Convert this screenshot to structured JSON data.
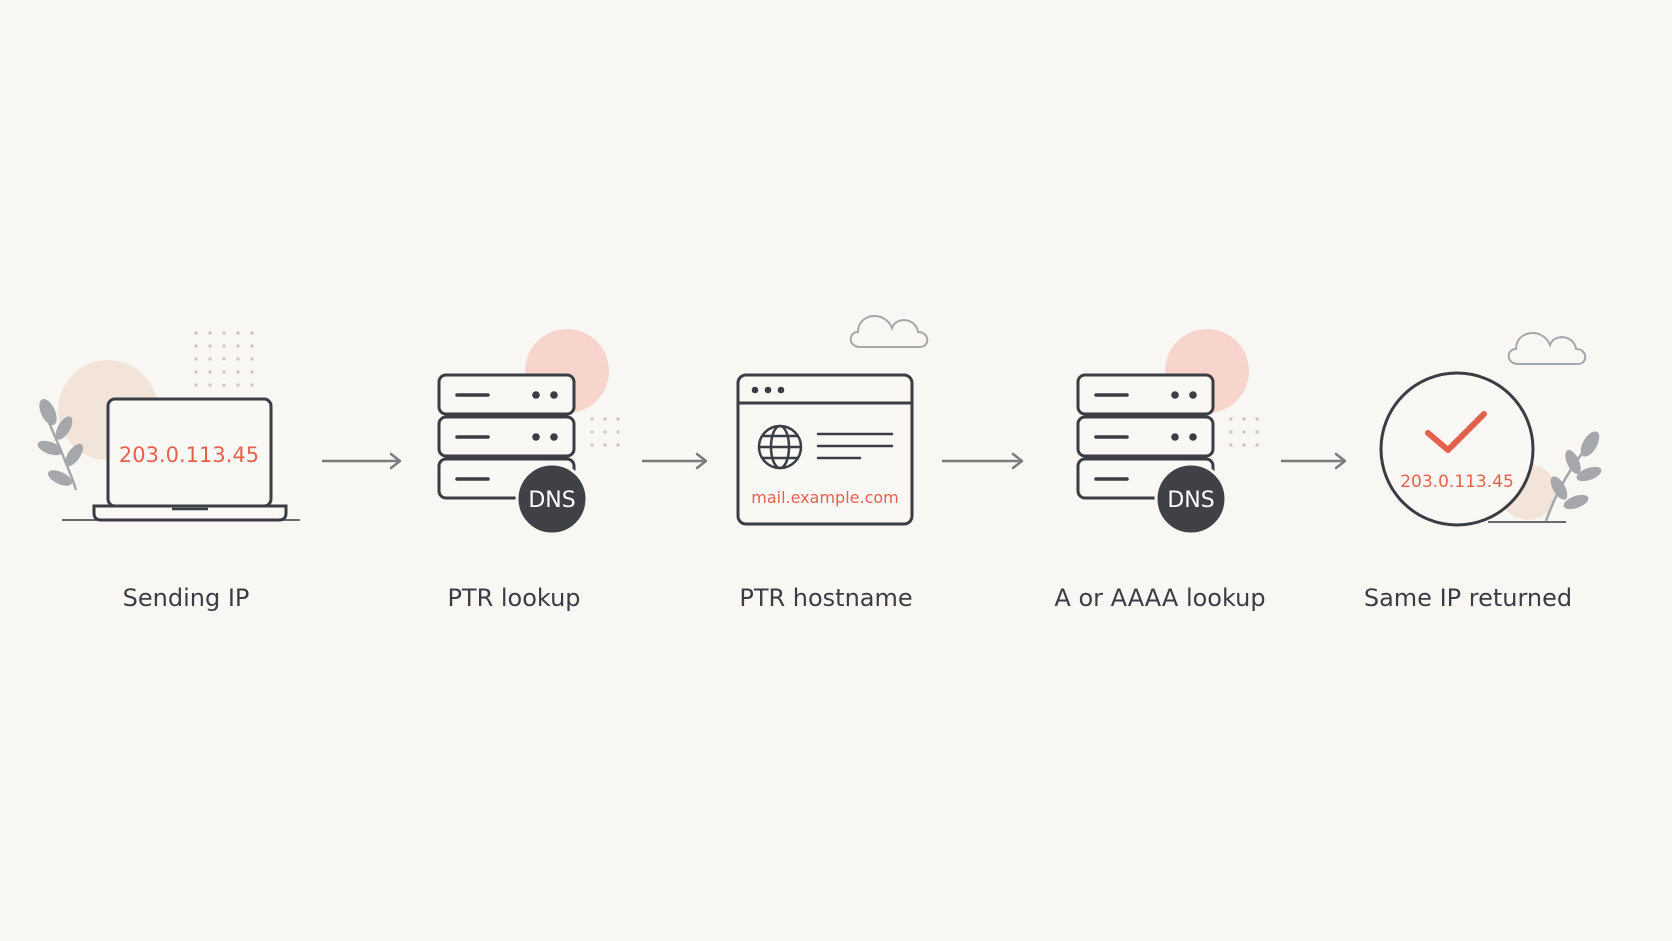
{
  "steps": [
    {
      "id": "sending-ip",
      "label": "Sending IP",
      "value": "203.0.113.45"
    },
    {
      "id": "ptr-lookup",
      "label": "PTR lookup",
      "badge": "DNS"
    },
    {
      "id": "ptr-hostname",
      "label": "PTR hostname",
      "value": "mail.example.com"
    },
    {
      "id": "a-aaaa-lookup",
      "label": "A or AAAA lookup",
      "badge": "DNS"
    },
    {
      "id": "same-ip-returned",
      "label": "Same IP returned",
      "value": "203.0.113.45"
    }
  ],
  "icons": {
    "laptop": "laptop-icon",
    "server": "server-icon",
    "browser": "browser-window-icon",
    "globe": "globe-icon",
    "check": "checkmark-icon",
    "cloud": "cloud-icon",
    "leaf": "leaf-sprig-icon",
    "arrow": "arrow-right-icon"
  },
  "colors": {
    "background": "#f9f7f4",
    "stroke": "#3b3d44",
    "accent": "#e4624d",
    "badge": "#3f4147",
    "blob_warm": "#f7d5cc",
    "blob_beige": "#f2e4d8",
    "dots": "#c9c5c1",
    "leaf": "#a5a7ab",
    "cloud": "#a5a7ab",
    "arrow": "#7a7c80"
  }
}
